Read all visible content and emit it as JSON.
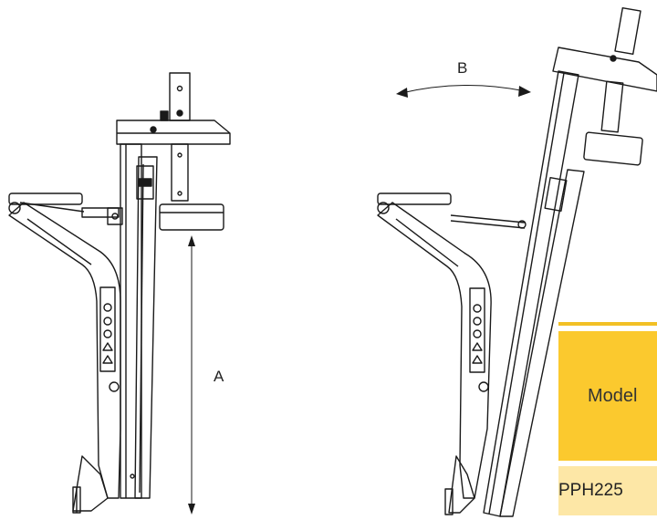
{
  "labels": {
    "dimension_a": "A",
    "dimension_b": "B"
  },
  "spec_table": {
    "header": "Model",
    "rows": [
      "PPH225"
    ]
  },
  "colors": {
    "header_bg": "#fbc92e",
    "row_bg": "#fde7a6",
    "line": "#1a1a1a"
  }
}
